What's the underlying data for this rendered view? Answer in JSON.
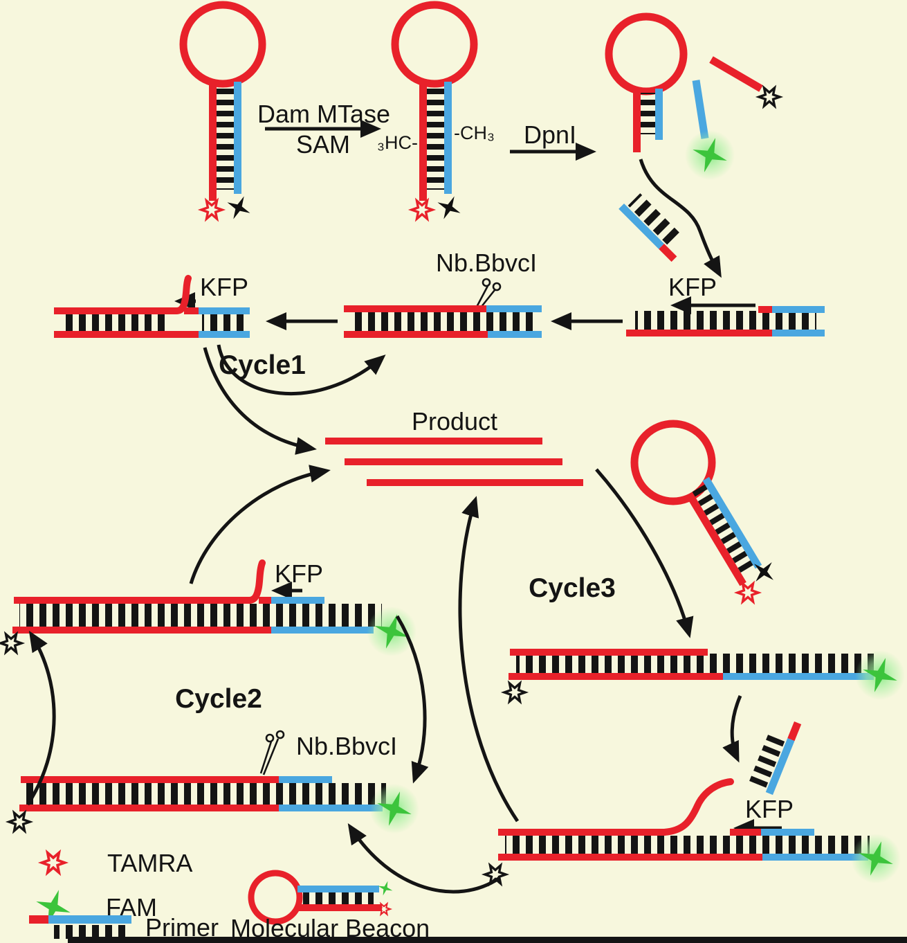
{
  "colors": {
    "background": "#f7f7dd",
    "strand_red": "#e8212a",
    "strand_blue": "#4aa7e0",
    "fam_green": "#3cc43c",
    "fam_glow": "#8fee8f",
    "ink_black": "#141414"
  },
  "icons": {
    "tamra": "open-6-point-star-red",
    "released_label": "open-6-point-star-black",
    "fam": "4-point-star-green-glow",
    "quencher": "4-point-star-black",
    "nicking_site": "scissors"
  },
  "labels": {
    "dam_mtase": "Dam MTase",
    "sam": "SAM",
    "dpn1": "DpnI",
    "methyl_left": "₃HC-",
    "methyl_right": "-CH₃",
    "kfp": "KFP",
    "nicking_enzyme": "Nb.BbvcI",
    "cycle1": "Cycle1",
    "cycle2": "Cycle2",
    "cycle3": "Cycle3",
    "product": "Product"
  },
  "legend": {
    "tamra": "TAMRA",
    "fam": "FAM",
    "primer": "Primer",
    "molecular_beacon": "Molecular Beacon"
  }
}
